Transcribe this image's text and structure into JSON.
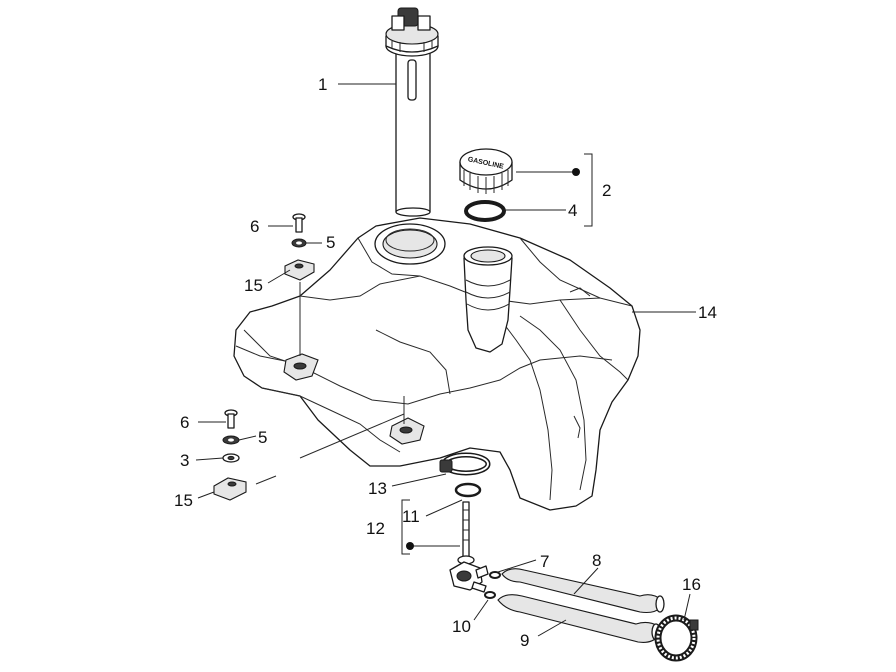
{
  "diagram": {
    "callouts": [
      {
        "id": "c1",
        "label": "1"
      },
      {
        "id": "c2",
        "label": "2"
      },
      {
        "id": "c4",
        "label": "4"
      },
      {
        "id": "c6a",
        "label": "6"
      },
      {
        "id": "c5a",
        "label": "5"
      },
      {
        "id": "c15a",
        "label": "15"
      },
      {
        "id": "c14",
        "label": "14"
      },
      {
        "id": "c6b",
        "label": "6"
      },
      {
        "id": "c5b",
        "label": "5"
      },
      {
        "id": "c3",
        "label": "3"
      },
      {
        "id": "c15b",
        "label": "15"
      },
      {
        "id": "c13",
        "label": "13"
      },
      {
        "id": "c11",
        "label": "11"
      },
      {
        "id": "c12",
        "label": "12"
      },
      {
        "id": "c7",
        "label": "7"
      },
      {
        "id": "c8",
        "label": "8"
      },
      {
        "id": "c16",
        "label": "16"
      },
      {
        "id": "c10",
        "label": "10"
      },
      {
        "id": "c9",
        "label": "9"
      }
    ],
    "fuel_cap_text": "GASOLINE"
  }
}
